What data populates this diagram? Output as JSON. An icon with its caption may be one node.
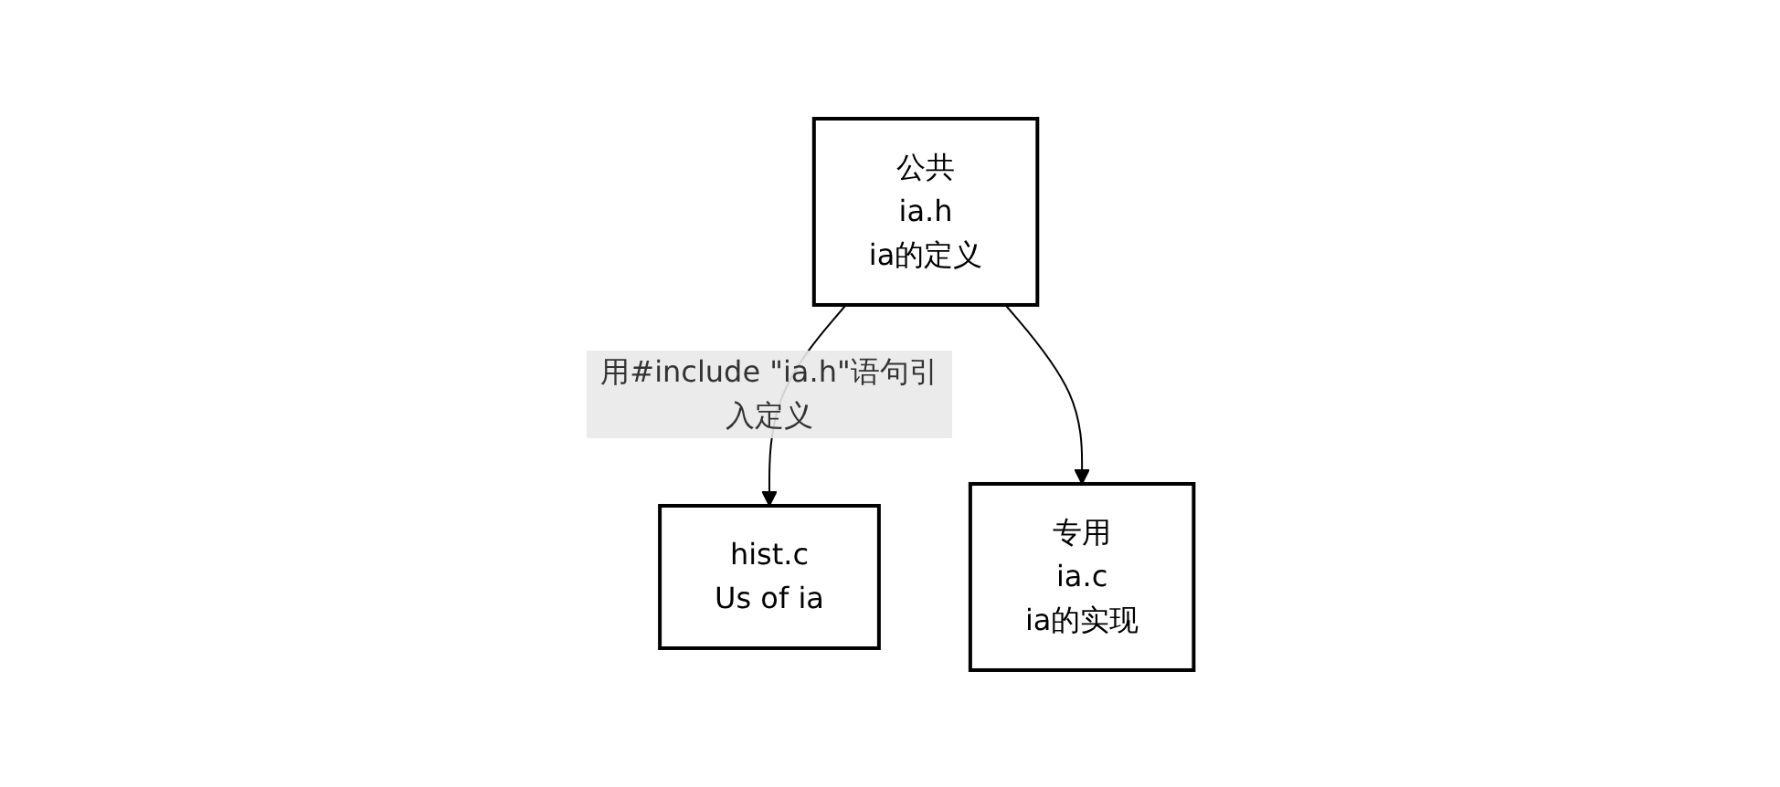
{
  "diagram": {
    "nodes": [
      {
        "text": [
          "公共",
          "ia.h",
          "ia的定义"
        ]
      },
      {
        "text": [
          "hist.c",
          "Us of ia"
        ]
      },
      {
        "text": [
          "专用",
          "ia.c",
          "ia的实现"
        ]
      }
    ],
    "edges": [
      {
        "from": 0,
        "to": 1,
        "arrow": "to",
        "label": "用#include \"ia.h\"语句引入定义"
      },
      {
        "from": 0,
        "to": 2,
        "arrow": "to"
      }
    ]
  }
}
